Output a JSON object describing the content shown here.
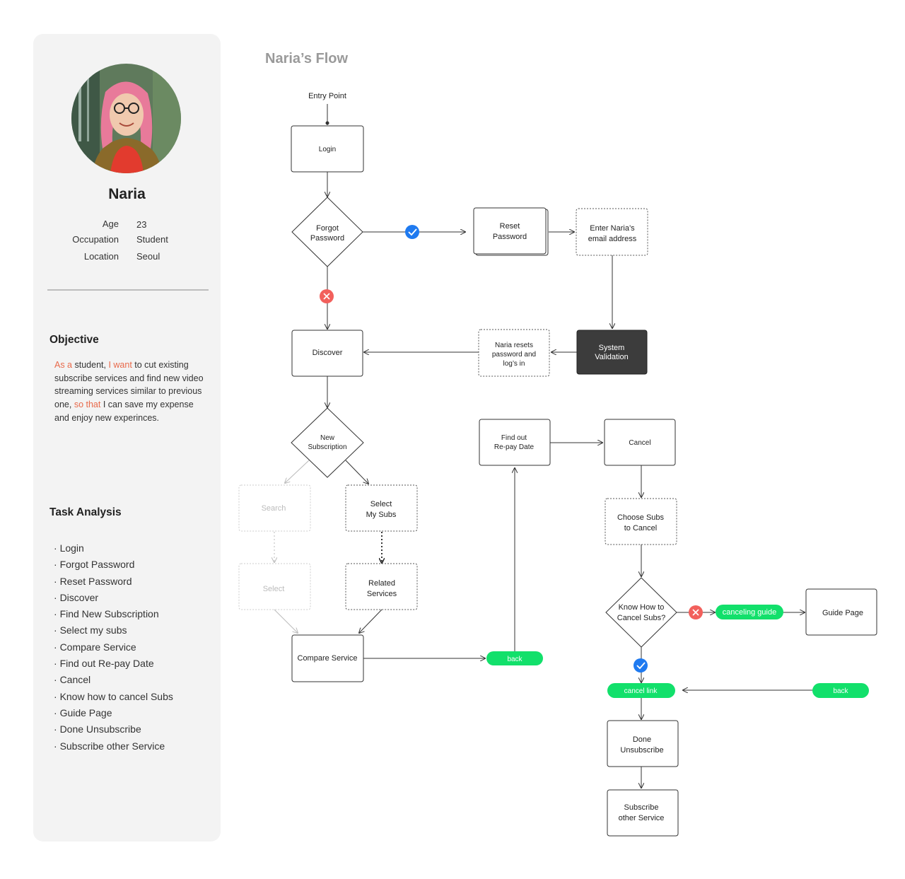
{
  "persona": {
    "name": "Naria",
    "meta": [
      {
        "label": "Age",
        "value": "23"
      },
      {
        "label": "Occupation",
        "value": "Student"
      },
      {
        "label": "Location",
        "value": "Seoul"
      }
    ],
    "objective_title": "Objective",
    "objective_parts": [
      {
        "text": "As a",
        "accent": true
      },
      {
        "text": " student, ",
        "accent": false
      },
      {
        "text": "I want",
        "accent": true
      },
      {
        "text": " to cut existing subscribe services and find new video streaming services similar to previous one, ",
        "accent": false
      },
      {
        "text": "so that",
        "accent": true
      },
      {
        "text": " I can save my expense and enjoy new experinces.",
        "accent": false
      }
    ],
    "task_title": "Task Analysis",
    "tasks": [
      "Login",
      "Forgot Password",
      "Reset Password",
      "Discover",
      "Find New Subscription",
      "Select my subs",
      "Compare Service",
      "Find out Re-pay Date",
      "Cancel",
      "Know how to cancel Subs",
      "Guide Page",
      "Done Unsubscribe",
      "Subscribe other Service"
    ]
  },
  "flow": {
    "title": "Naria’s Flow",
    "entry": "Entry Point",
    "nodes": {
      "login": "Login",
      "forgot": [
        "Forgot",
        "Password"
      ],
      "reset": [
        "Reset",
        "Password"
      ],
      "enter_email": [
        "Enter Naria’s",
        "email address"
      ],
      "system_validation": [
        "System",
        "Validation"
      ],
      "naria_resets": [
        "Naria resets",
        "password and",
        "log’s in"
      ],
      "discover": "Discover",
      "new_subscription": [
        "New",
        "Subscription"
      ],
      "search": "Search",
      "select_my_subs": [
        "Select",
        "My Subs"
      ],
      "select": "Select",
      "related_services": [
        "Related",
        "Services"
      ],
      "compare_service": "Compare Service",
      "find_repay": [
        "Find out",
        "Re-pay Date"
      ],
      "cancel": "Cancel",
      "choose_subs": [
        "Choose Subs",
        "to Cancel"
      ],
      "know_how": [
        "Know How to",
        "Cancel Subs?"
      ],
      "guide_page": "Guide Page",
      "done_unsubscribe": [
        "Done",
        "Unsubscribe"
      ],
      "subscribe_other": [
        "Subscribe",
        "other Service"
      ]
    },
    "pills": {
      "back_compare": "back",
      "canceling_guide": "canceling guide",
      "cancel_link": "cancel link",
      "back_guide": "back"
    },
    "colors": {
      "pill_green": "#12e06b",
      "check_blue": "#1f7af0",
      "cross_red": "#f2605c",
      "dark_node": "#3c3c3c",
      "accent_text": "#e8694a"
    }
  }
}
